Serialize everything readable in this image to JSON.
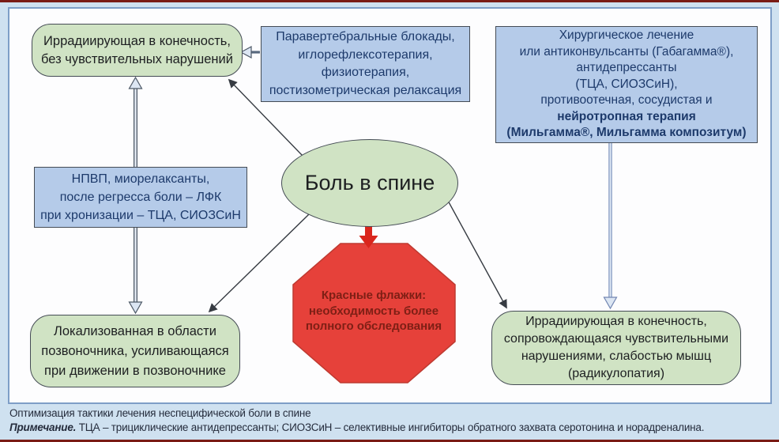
{
  "colors": {
    "page-bg": "#cfe1f0",
    "frame-line": "#7a1b15",
    "panel-border": "#7e9ec7",
    "panel-bg": "#fdfdfe",
    "box-blue": "#b5cbe9",
    "box-green": "#d0e3c4",
    "box-border": "#454c55",
    "node-text-blue": "#1d3a6b",
    "node-text-dark": "#1d1f21",
    "octagon-fill": "#e6413a",
    "octagon-border": "#bf3a31",
    "octagon-text": "#7e1f15",
    "arrow-red": "#da261d",
    "arrow-line": "#363b42",
    "arrow-open-fill": "#dce6f3",
    "arrow-blue": "#7286b2",
    "caption-text": "#252c3c"
  },
  "nodes": {
    "central": {
      "label": "Боль в спине"
    },
    "symptom_top_left": {
      "text": "Иррадиирующая в конечность,\nбез чувствительных нарушений"
    },
    "therapy_top_middle": {
      "text": "Паравертебральные блокады,\nиглорефлексотерапия,\nфизиотерапия,\nпостизометрическая релаксация"
    },
    "therapy_top_right": {
      "text": "Хирургическое лечение\nили антиконвульсанты (Габагамма®),\nантидепрессанты\n(ТЦА, СИОЗСиН),\nпротивоотечная, сосудистая и",
      "text_bold": "нейротропная терапия\n(Мильгамма®, Мильгамма композитум)"
    },
    "therapy_left": {
      "text": "НПВП, миорелаксанты,\nпосле регресса боли – ЛФК\nпри хронизации – ТЦА, СИОЗСиН"
    },
    "red_flags": {
      "text": "Красные флажки:\nнеобходимость более\nполного обследования"
    },
    "symptom_bottom_left": {
      "text": "Локализованная в области\nпозвоночника, усиливающаяся\nпри движении в позвоночнике"
    },
    "symptom_bottom_right": {
      "text": "Иррадиирующая в конечность,\nсопровождающаяся чувствительными\nнарушениями, слабостью мышц\n(радикулопатия)"
    }
  },
  "caption": {
    "title": "Оптимизация тактики лечения неспецифической боли в спине",
    "note_label": "Примечание.",
    "note_text": " ТЦА – трициклические антидепрессанты; СИОЗСиН – селективные ингибиторы обратного захвата серотонина и норадреналина."
  }
}
